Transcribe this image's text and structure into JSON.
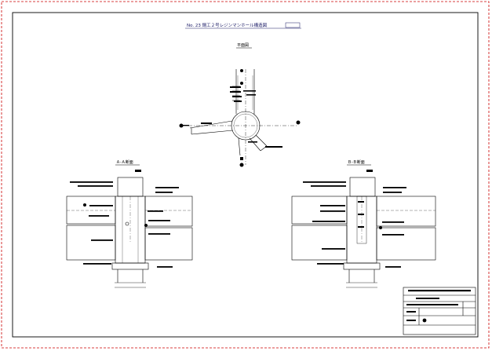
{
  "drawing": {
    "title": "No. 23 鍋工２号レジンマンホール構造図",
    "plan_view_label": "平面図",
    "section_left_label": "Ａ-Ａ断面",
    "section_right_label": "Ｂ-Ｂ断面",
    "colors": {
      "frame": "#cc0000",
      "ink": "#000000",
      "title": "#1a1a66"
    }
  }
}
